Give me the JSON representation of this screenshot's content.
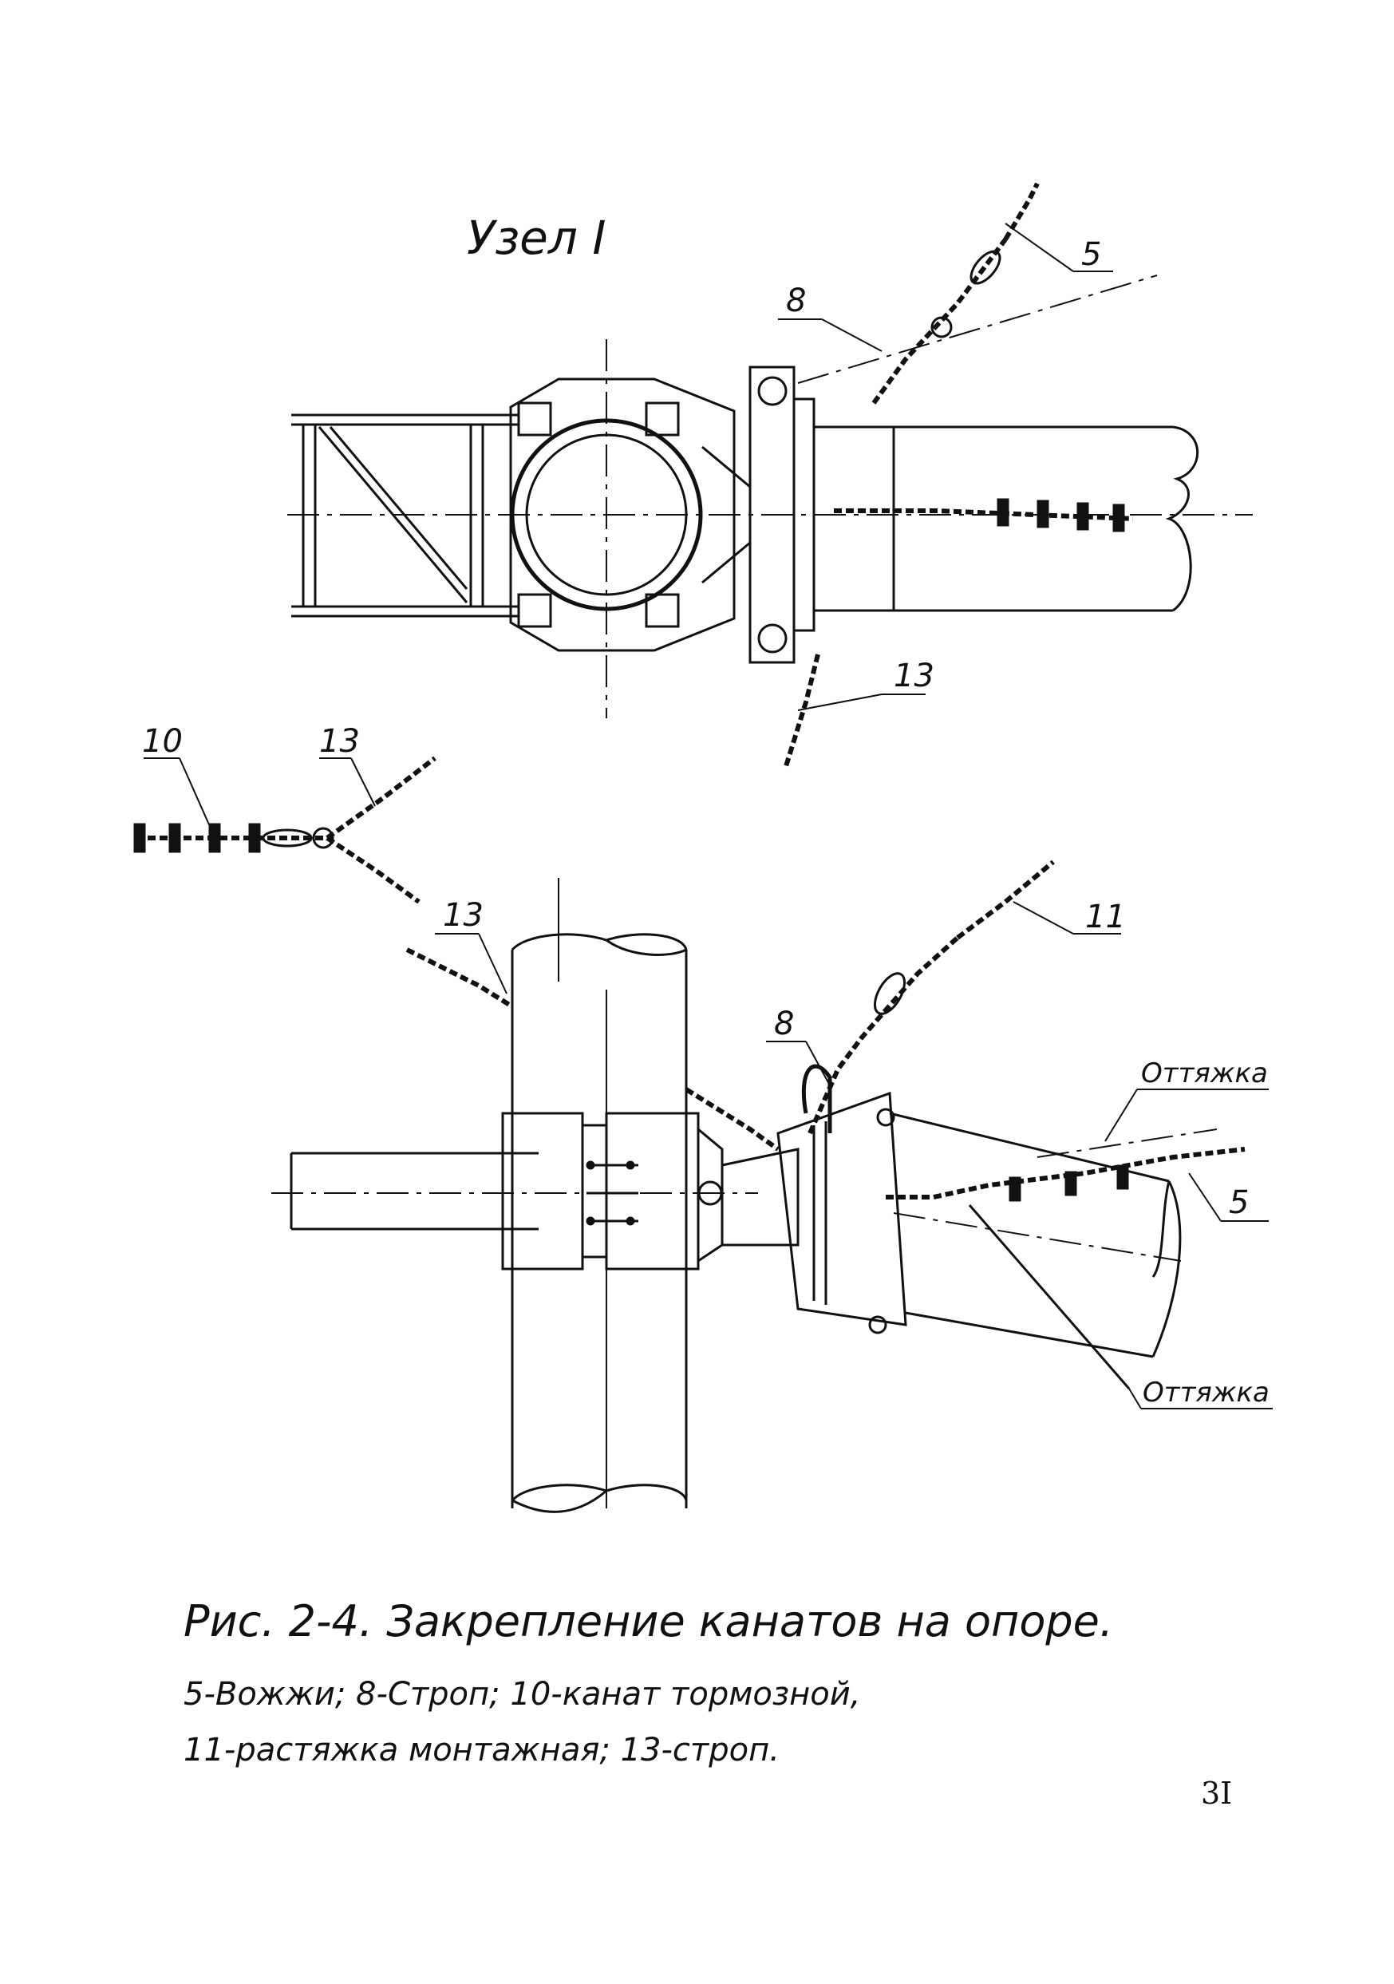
{
  "drawing": {
    "node_title": "Узел I",
    "callouts": {
      "top_5": "5",
      "top_8": "8",
      "top_13": "13",
      "left_10": "10",
      "left_13": "13",
      "mid_13": "13",
      "bottom_11": "11",
      "bottom_8": "8",
      "bottom_5": "5",
      "guy_upper": "Оттяжка",
      "guy_lower": "Оттяжка"
    }
  },
  "caption": {
    "title": "Рис. 2-4. Закрепление канатов на опоре.",
    "legend_line1": "5-Вожжи; 8-Строп; 10-канат тормозной,",
    "legend_line2": "11-растяжка монтажная; 13-строп."
  },
  "page_number": "3I"
}
